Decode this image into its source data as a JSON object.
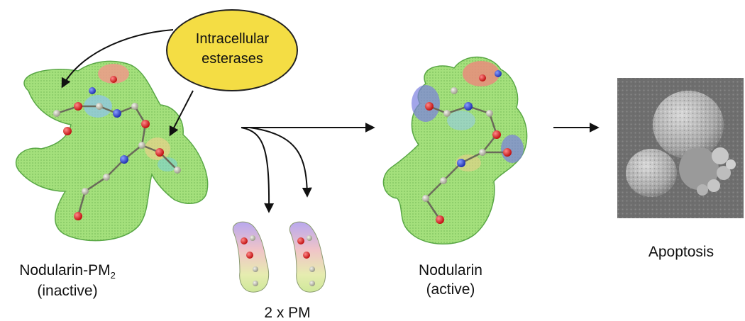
{
  "bubble": {
    "line1": "Intracellular",
    "line2": "esterases",
    "fill_color": "#f4dd44"
  },
  "prodrug": {
    "name": "Nodularin-PM",
    "subscript": "2",
    "state": "(inactive)"
  },
  "byproduct": {
    "label": "2 x PM"
  },
  "active_drug": {
    "name": "Nodularin",
    "state": "(active)"
  },
  "outcome": {
    "label": "Apoptosis"
  },
  "colors": {
    "surface_green": "#9fe07a",
    "oxygen_red": "#e02020",
    "nitrogen_blue": "#3050d8",
    "positive_blue": "#7a7fe0",
    "negative_red": "#e07060",
    "arrow": "#111111"
  }
}
